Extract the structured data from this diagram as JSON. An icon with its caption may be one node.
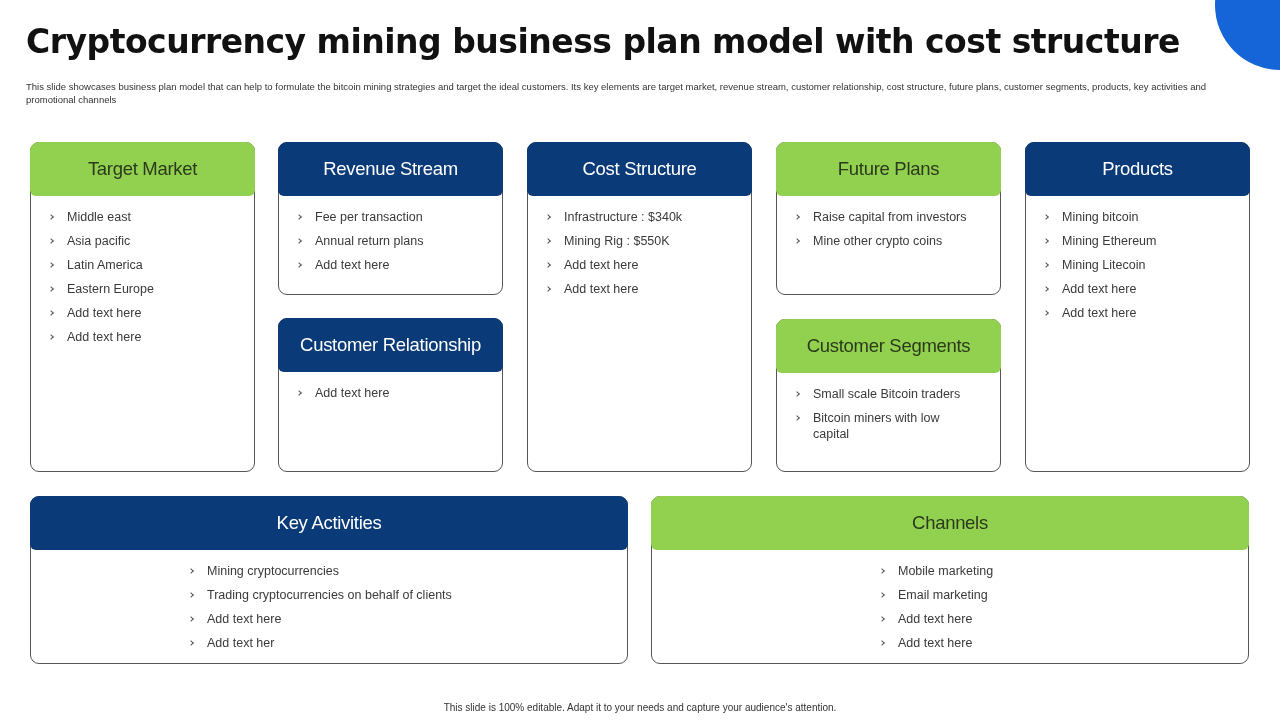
{
  "diagram": {
    "title": "Cryptocurrency mining business plan model with cost structure",
    "nodes": [
      {
        "text": [
          "Target Market",
          "Middle east",
          "Asia pacific",
          "Latin America",
          "Eastern Europe",
          "Add text here",
          "Add text here"
        ]
      },
      {
        "text": [
          "Revenue Stream",
          "Fee per transaction",
          "Annual return plans",
          "Add text here"
        ]
      },
      {
        "text": [
          "Cost Structure",
          "Infrastructure  : $340k",
          "Mining Rig : $550K",
          "Add text here",
          "Add text here"
        ]
      },
      {
        "text": [
          "Future Plans",
          "Raise capital from investors",
          "Mine other crypto coins"
        ]
      },
      {
        "text": [
          "Products",
          "Mining bitcoin",
          "Mining Ethereum",
          "Mining Litecoin",
          "Add text here",
          "Add text here"
        ]
      },
      {
        "text": [
          "Customer Relationship",
          "Add text here"
        ]
      },
      {
        "text": [
          "Customer Segments",
          "Small scale Bitcoin traders",
          "Bitcoin miners with low capital"
        ]
      },
      {
        "text": [
          "Key Activities",
          "Mining cryptocurrencies",
          "Trading  cryptocurrencies on behalf of clients",
          "Add text here",
          "Add text her"
        ]
      },
      {
        "text": [
          "Channels",
          "Mobile marketing",
          "Email marketing",
          "Add text here",
          "Add text here"
        ]
      }
    ],
    "labels": [
      "This slide showcases business plan model that can help to formulate the bitcoin mining  strategies and target the ideal customers. Its key elements are target market,  revenue stream, customer relationship, cost structure, future plans, customer segments, products, key activities and promotional channels",
      "This slide is 100% editable.  Adapt it to your needs and capture your audience's attention."
    ]
  }
}
